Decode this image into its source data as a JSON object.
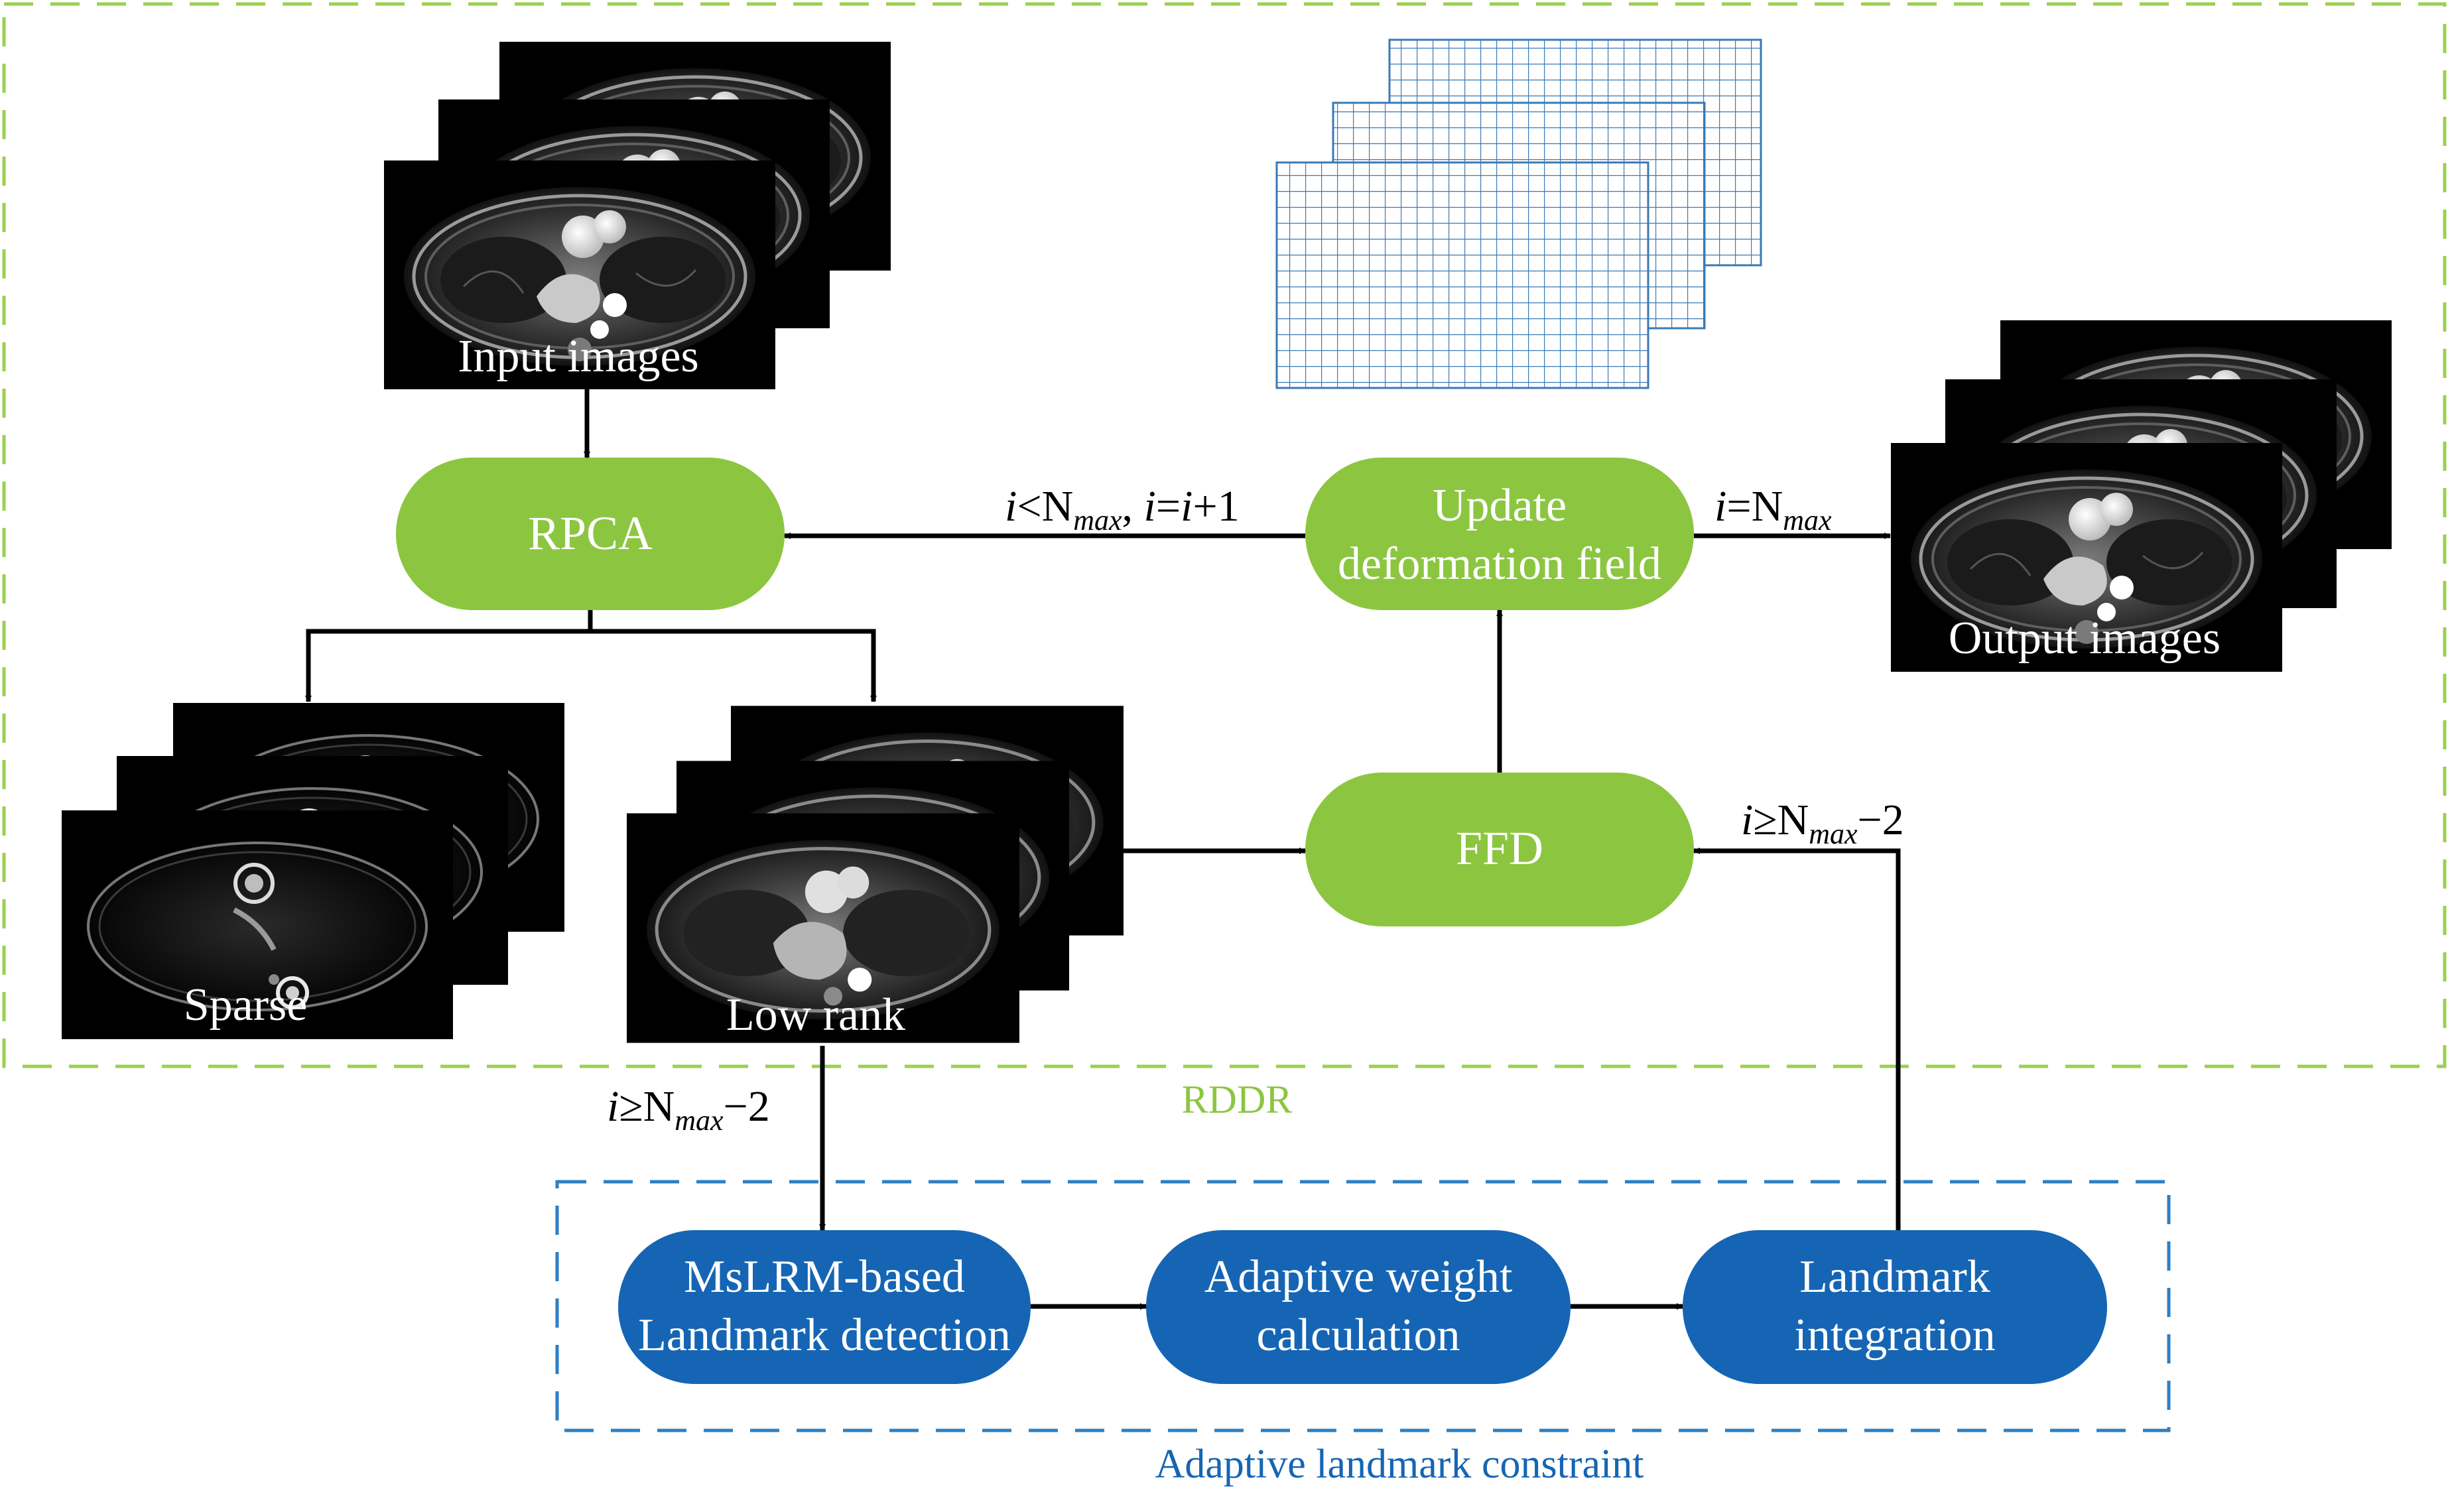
{
  "colors": {
    "green": "#8cc641",
    "green_frame": "#9bd04f",
    "blue": "#1565b4",
    "blue_frame": "#2d7fc4",
    "grid": "#3a7ab4",
    "black": "#000000",
    "white": "#ffffff"
  },
  "frames": {
    "rddr": "RDDR",
    "adaptive": "Adaptive landmark constraint"
  },
  "nodes": {
    "rpca": "RPCA",
    "update_line1": "Update",
    "update_line2": "deformation field",
    "ffd": "FFD",
    "mslrm_line1": "MsLRM-based",
    "mslrm_line2": "Landmark detection",
    "adaptive_weight_line1": "Adaptive weight",
    "adaptive_weight_line2": "calculation",
    "landmark_int_line1": "Landmark",
    "landmark_int_line2": "integration"
  },
  "stacks": {
    "input": "Input images",
    "output": "Output images",
    "sparse": "Sparse",
    "lowrank": "Low rank"
  },
  "conditions": {
    "loop": {
      "i1": "i",
      "lt": "<N",
      "sub1": "max",
      "comma": ", ",
      "i2": "i",
      "eq": "=",
      "i3": "i",
      "plus": "+1"
    },
    "exit": {
      "i": "i",
      "eq": "=N",
      "sub": "max"
    },
    "ffd_in": {
      "i": "i",
      "ge": "≥N",
      "sub": "max",
      "minus": "−2"
    },
    "lowrank_out": {
      "i": "i",
      "ge": "≥N",
      "sub": "max",
      "minus": "−2"
    }
  },
  "icons": [
    "mri-stack-icon",
    "deformation-grid-icon",
    "arrow-icon"
  ]
}
